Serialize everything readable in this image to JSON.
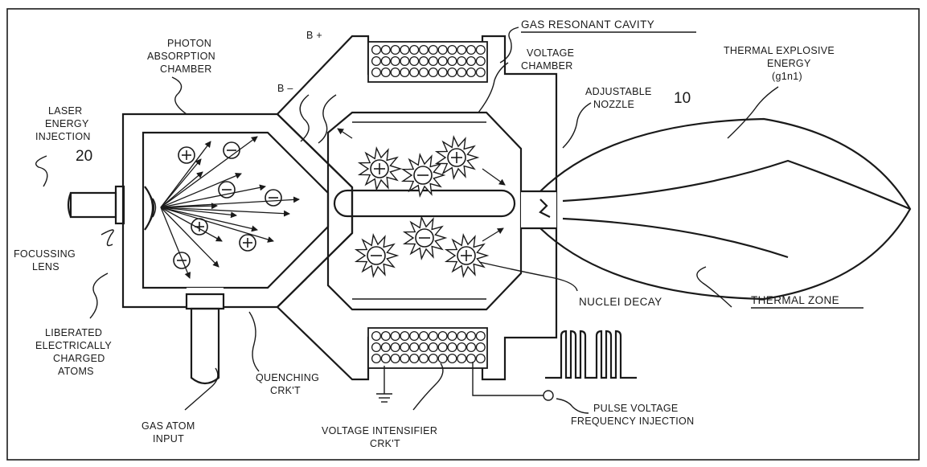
{
  "labels": {
    "gas_resonant_cavity": "GAS RESONANT CAVITY",
    "photon_absorption_1": "PHOTON",
    "photon_absorption_2": "ABSORPTION",
    "photon_absorption_3": "CHAMBER",
    "b_plus": "B +",
    "b_minus": "B –",
    "voltage_chamber_1": "VOLTAGE",
    "voltage_chamber_2": "CHAMBER",
    "thermal_explosive_1": "THERMAL EXPLOSIVE",
    "thermal_explosive_2": "ENERGY",
    "thermal_explosive_3": "(g1n1)",
    "adjustable_nozzle_1": "ADJUSTABLE",
    "adjustable_nozzle_2": "NOZZLE",
    "laser_energy_1": "LASER",
    "laser_energy_2": "ENERGY",
    "laser_energy_3": "INJECTION",
    "focussing_lens_1": "FOCUSSING",
    "focussing_lens_2": "LENS",
    "liberated_1": "LIBERATED",
    "liberated_2": "ELECTRICALLY",
    "liberated_3": "CHARGED",
    "liberated_4": "ATOMS",
    "nuclei_decay": "NUCLEI DECAY",
    "thermal_zone": "THERMAL ZONE",
    "quenching_1": "QUENCHING",
    "quenching_2": "CRK'T",
    "gas_atom_1": "GAS ATOM",
    "gas_atom_2": "INPUT",
    "voltage_intensifier_1": "VOLTAGE INTENSIFIER",
    "voltage_intensifier_2": "CRK'T",
    "pulse_voltage_1": "PULSE VOLTAGE",
    "pulse_voltage_2": "FREQUENCY INJECTION"
  },
  "reference_numbers": {
    "nozzle": "10",
    "laser": "20"
  },
  "symbols": {
    "positive": "⊕",
    "negative": "⊖"
  }
}
